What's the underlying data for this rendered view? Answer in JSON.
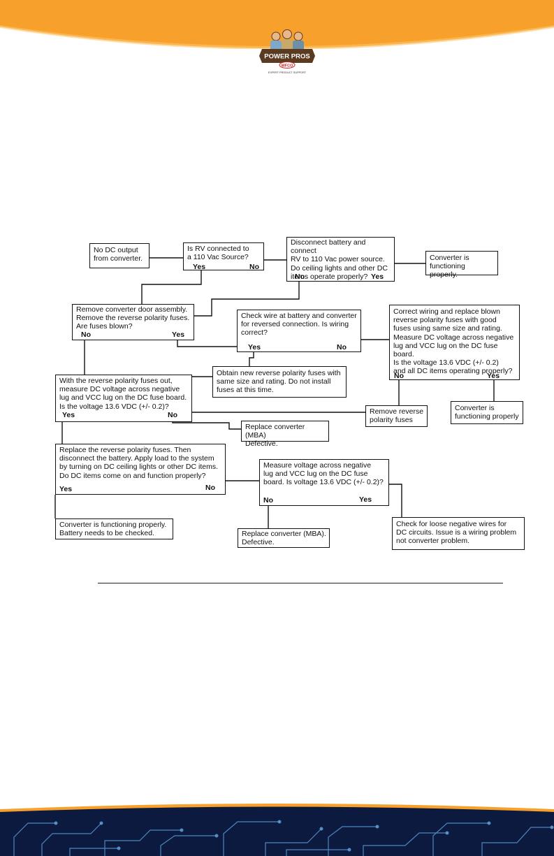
{
  "colors": {
    "banner": "#F7A12C",
    "footer_dark": "#0B1A3E",
    "footer_trace": "#5A9BD4",
    "logo_brown": "#5B3A22",
    "logo_red": "#C8201F"
  },
  "logo": {
    "name": "POWER PROS",
    "tagline": "EXPERT PRODUCT SUPPORT",
    "brand": "WFCO"
  },
  "nodes": {
    "no_output": "No DC output\nfrom converter.",
    "rv_connected": "Is RV connected to\na 110 Vac Source?",
    "disconnect_battery": "Disconnect battery and connect\nRV to 110 Vac power source.\nDo ceiling lights and other DC\nitems operate properly?",
    "functioning_1": "Converter is\nfunctioning properly.",
    "remove_door": "Remove converter door assembly.\nRemove the reverse polarity fuses.\nAre fuses blown?",
    "check_wire": "Check wire at battery and converter\nfor reversed connection. Is wiring\ncorrect?",
    "correct_wiring": "Correct wiring and replace blown\nreverse polarity fuses with good\nfuses using same size and rating.\nMeasure DC voltage across negative\nlug and VCC lug on the DC fuse board.\nIs the voltage 13.6 VDC (+/- 0.2)\nand all DC items operating properly?",
    "obtain_fuses": "Obtain new reverse polarity fuses with\nsame size and rating. Do not install\nfuses at this time.",
    "measure_fuses_out": "With the reverse polarity fuses out,\nmeasure DC voltage across negative\nlug and VCC lug on the DC fuse board.\nIs the voltage 13.6 VDC (+/- 0.2)?",
    "remove_reverse": "Remove reverse\npolarity fuses",
    "functioning_2": "Converter is\nfunctioning properly",
    "replace_mba_1": "Replace converter (MBA)\nDefective.",
    "replace_fuses": "Replace the reverse polarity fuses. Then\ndisconnect the battery. Apply load to the system\nby turning on DC ceiling lights or other DC items.\nDo DC items come on and function properly?",
    "measure_voltage": "Measure voltage across negative\nlug and VCC lug on the DC fuse\nboard. Is voltage 13.6 VDC (+/- 0.2)?",
    "functioning_battery": "Converter is functioning properly.\nBattery needs to be checked.",
    "replace_mba_2": "Replace converter (MBA).\nDefective.",
    "loose_wires": "Check for loose negative wires for\nDC circuits. Issue is a wiring problem\nnot converter problem."
  },
  "labels": {
    "yes": "Yes",
    "no": "No"
  }
}
